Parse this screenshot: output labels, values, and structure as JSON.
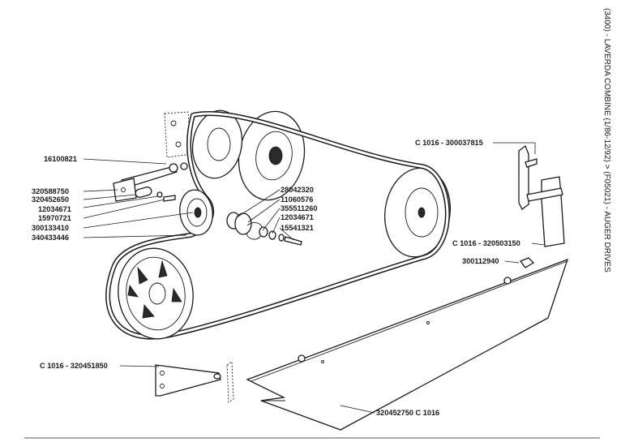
{
  "title": "(3400) - LAVERDA COMBINE (1/86-12/92) > (F05021) - AUGER DRIVES",
  "labels": {
    "l16100821": "16100821",
    "l320588750": "320588750",
    "l320452650": "320452650",
    "l12034671a": "12034671",
    "l15970721": "15970721",
    "l300133410": "300133410",
    "l340433446": "340433446",
    "l28042320": "28042320",
    "l11060576": "11060576",
    "l355511260": "355511260",
    "l12034671b": "12034671",
    "l15541321": "15541321",
    "l300037815": "C 1016 - 300037815",
    "l320503150": "C 1016 - 320503150",
    "l300112940": "300112940",
    "l320451850": "C 1016 - 320451850",
    "l320452750": "320452750 C 1016"
  }
}
